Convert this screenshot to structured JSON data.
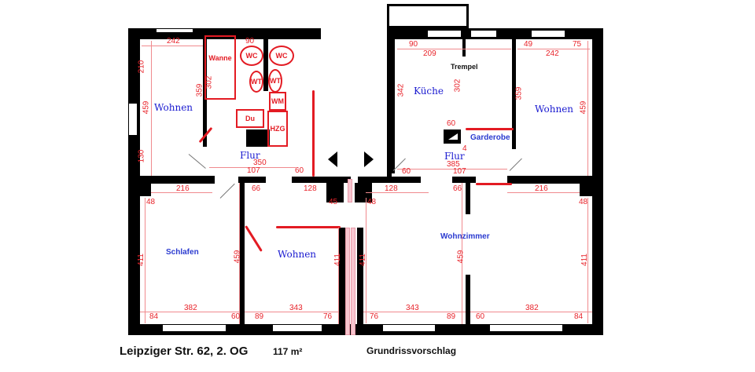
{
  "caption": {
    "address": "Leipziger Str. 62, 2. OG",
    "area": "117 m²",
    "subtitle": "Grundrissvorschlag"
  },
  "rooms": {
    "wohnen_top_left": "Wohnen",
    "flur_left": "Flur",
    "kueche": "Küche",
    "trempel": "Trempel",
    "wohnen_top_right": "Wohnen",
    "garderobe": "Garderobe",
    "flur_right": "Flur",
    "schlafen": "Schlafen",
    "wohnen_bottom": "Wohnen",
    "wohnzimmer": "Wohnzimmer"
  },
  "fixtures": {
    "wanne": "Wanne",
    "wc1": "WC",
    "wc2": "WC",
    "wt1": "WT",
    "wt2": "WT",
    "wm": "WM",
    "du": "Du",
    "hzg": "HZG"
  },
  "dimensions": {
    "tl_242": "242",
    "tl_90": "90",
    "tl_210": "210",
    "tl_459": "459",
    "tl_130": "130",
    "tl_359": "359",
    "tl_302": "302",
    "flur_350": "350",
    "flur_107": "107",
    "flur_60": "60",
    "k_90": "90",
    "k_209": "209",
    "k_342": "342",
    "k_302": "302",
    "k_60": "60",
    "k_4": "4",
    "tr_49": "49",
    "tr_75": "75",
    "tr_242": "242",
    "tr_359": "359",
    "tr_459": "459",
    "fr_385": "385",
    "fr_107": "107",
    "fr_60": "60",
    "bl_216": "216",
    "bl_48": "48",
    "bl_411": "411",
    "bl_459": "459",
    "bl_382": "382",
    "bl_84": "84",
    "bl_60": "60",
    "bm_66": "66",
    "bm_128": "128",
    "bm_411": "411",
    "bm_343": "343",
    "bm_89": "89",
    "bm_76": "76",
    "bm_45": "45",
    "br_128": "128",
    "br_48": "48",
    "br_411": "411",
    "br_343": "343",
    "br_76": "76",
    "br_89": "89",
    "br_459": "459",
    "brr_66": "66",
    "brr_216": "216",
    "brr_48": "48",
    "brr_411": "411",
    "brr_382": "382",
    "brr_60": "60",
    "brr_84": "84"
  },
  "colors": {
    "wall": "#000000",
    "dimension": "#e8232a",
    "room_label": "#1a1ad0",
    "new_element": "#e31b23"
  }
}
